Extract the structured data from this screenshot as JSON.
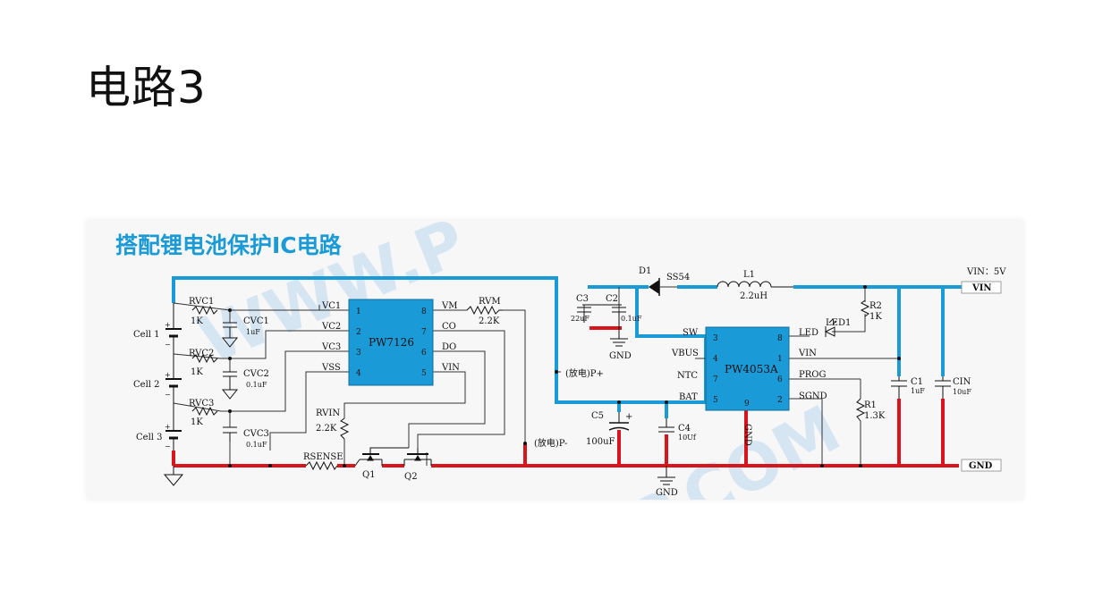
{
  "slide": {
    "title": "电路3"
  },
  "figure": {
    "heading": "搭配锂电池保护IC电路",
    "watermark": {
      "line1": "WWW.P",
      "line2": "CHIP.COM"
    },
    "colors": {
      "positive_rail": "#1a9ad6",
      "ground_rail": "#d8141c",
      "chip_fill": "#1a9ad6",
      "wire": "#333333"
    },
    "chips": {
      "pw7126": {
        "name": "PW7126",
        "left_pins": [
          {
            "num": "1",
            "label": "VC1"
          },
          {
            "num": "2",
            "label": "VC2"
          },
          {
            "num": "3",
            "label": "VC3"
          },
          {
            "num": "4",
            "label": "VSS"
          }
        ],
        "right_pins": [
          {
            "num": "8",
            "label": "VM"
          },
          {
            "num": "7",
            "label": "CO"
          },
          {
            "num": "6",
            "label": "DO"
          },
          {
            "num": "5",
            "label": "VIN"
          }
        ]
      },
      "pw4053a": {
        "name": "PW4053A",
        "left_pins": [
          {
            "num": "3",
            "label": "SW"
          },
          {
            "num": "4",
            "label": "VBUS"
          },
          {
            "num": "7",
            "label": "NTC"
          },
          {
            "num": "5",
            "label": "BAT"
          }
        ],
        "right_pins": [
          {
            "num": "8",
            "label": "LED"
          },
          {
            "num": "1",
            "label": "VIN"
          },
          {
            "num": "6",
            "label": "PROG"
          },
          {
            "num": "2",
            "label": "SGND"
          }
        ],
        "bottom_pin": {
          "num": "9",
          "label": "GND"
        }
      }
    },
    "cells": {
      "c1": "Cell 1",
      "c2": "Cell 2",
      "c3": "Cell 3",
      "plus": "+",
      "minus": "−"
    },
    "components": {
      "rvc1": "RVC1",
      "rvc1_val": "1K",
      "rvc2": "RVC2",
      "rvc2_val": "1K",
      "rvc3": "RVC3",
      "rvc3_val": "1K",
      "cvc1": "CVC1",
      "cvc1_val": "1uF",
      "cvc2": "CVC2",
      "cvc2_val": "0.1uF",
      "cvc3": "CVC3",
      "cvc3_val": "0.1uF",
      "rvm": "RVM",
      "rvm_val": "2.2K",
      "rvin": "RVIN",
      "rvin_val": "2.2K",
      "rsense": "RSENSE",
      "q1": "Q1",
      "q2": "Q2",
      "p_plus": "(放电)P+",
      "p_minus": "(放电)P-",
      "c5": "C5",
      "c5_val": "100uF",
      "c4": "C4",
      "c4_val": "10Uf",
      "c3": "C3",
      "c3_val": "22uF",
      "c2": "C2",
      "c2_val": "0.1uF",
      "gnd": "GND",
      "d1": "D1",
      "ss54": "SS54",
      "l1": "L1",
      "l1_val": "2.2uH",
      "vin_5v": "VIN：5V",
      "vin": "VIN",
      "gnd_out": "GND",
      "r2": "R2",
      "r2_val": "1K",
      "led1": "LED1",
      "r1": "R1",
      "r1_val": "1.3K",
      "c1": "C1",
      "c1_val": "1uF",
      "cin": "CIN",
      "cin_val": "10uF"
    }
  }
}
